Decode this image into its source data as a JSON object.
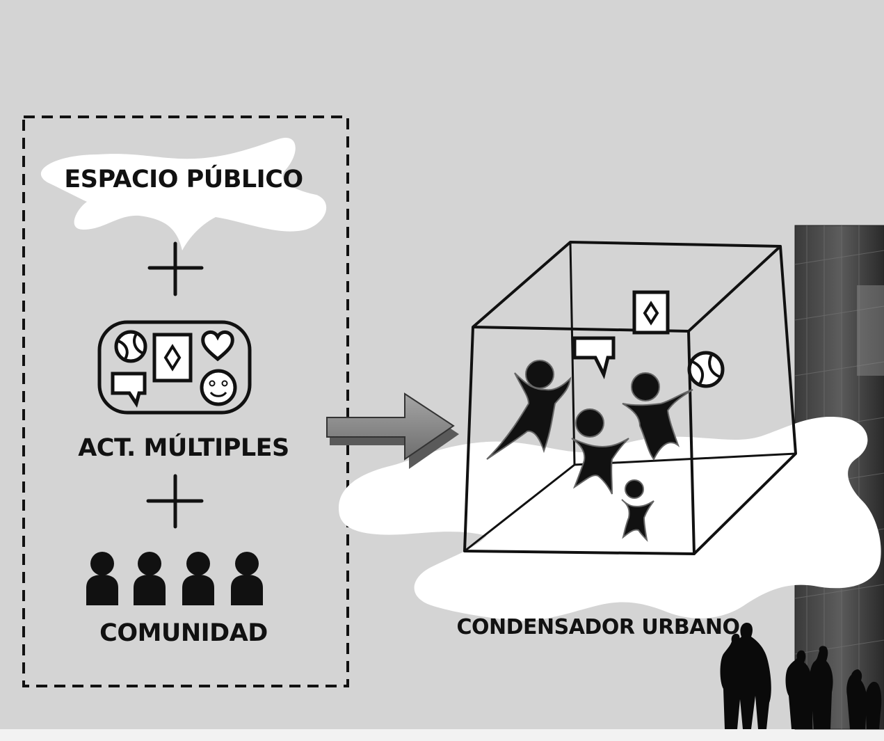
{
  "diagram": {
    "left_panel": {
      "item_1": "ESPACIO PÚBLICO",
      "item_2": "ACT. MÚLTIPLES",
      "item_3": "COMUNIDAD"
    },
    "result": "CONDENSADOR URBANO"
  },
  "icons": {
    "activities_group": [
      "ball-icon",
      "card-diamond-icon",
      "heart-icon",
      "speech-bubble-icon",
      "smiley-icon"
    ],
    "community_people": 4,
    "cube_people": 4
  },
  "colors": {
    "background": "#d4d4d4",
    "ink": "#111111",
    "blob": "#ffffff",
    "arrow": "#8a8a8a"
  }
}
